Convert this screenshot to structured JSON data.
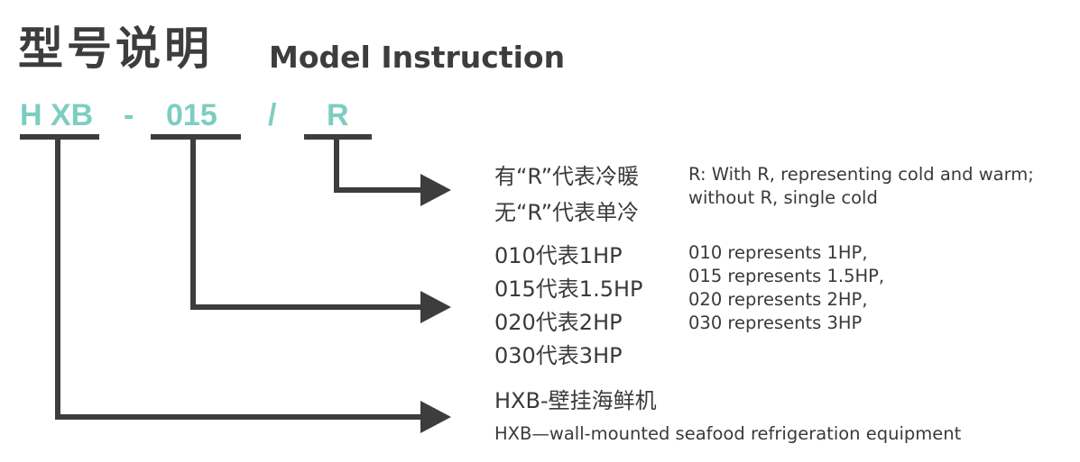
{
  "title": {
    "cn": "型号说明",
    "en": "Model Instruction"
  },
  "model_code": {
    "series": "H XB",
    "dash": "-",
    "power": "015",
    "slash": "/",
    "suffix": "R",
    "accent_color": "#7ecdc1"
  },
  "suffix_desc": {
    "cn": [
      "有“R”代表冷暖",
      "无“R”代表单冷"
    ],
    "en": [
      "R: With R, representing cold and warm;",
      "without R, single cold"
    ]
  },
  "power_desc": {
    "cn": [
      "010代表1HP",
      "015代表1.5HP",
      "020代表2HP",
      "030代表3HP"
    ],
    "en": [
      "010 represents 1HP,",
      "015 represents 1.5HP,",
      "020 represents 2HP,",
      "030 represents 3HP"
    ]
  },
  "series_desc": {
    "cn": "HXB-壁挂海鲜机",
    "en": "HXB—wall-mounted seafood refrigeration equipment"
  },
  "line_color": "#3d3d3d"
}
